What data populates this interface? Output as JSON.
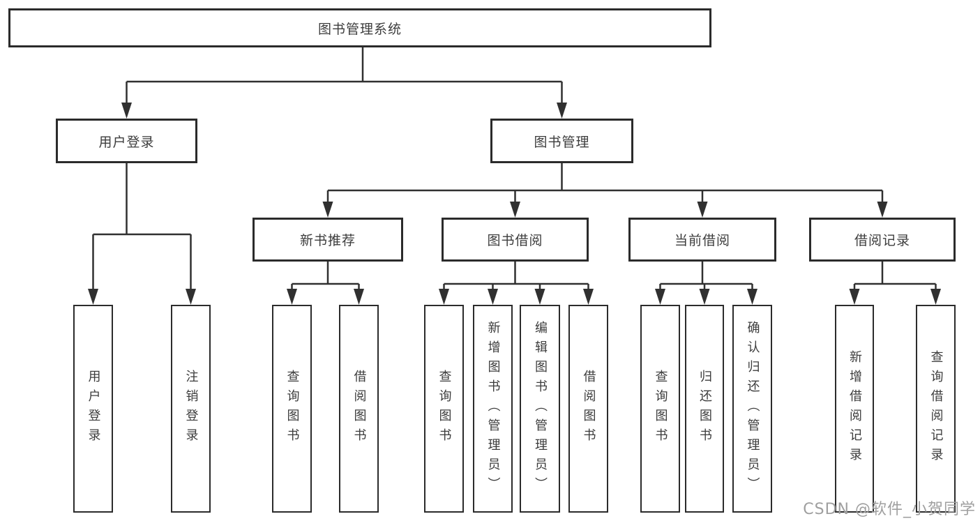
{
  "diagram": {
    "type": "hierarchy-tree",
    "root": "图书管理系统",
    "branches": [
      {
        "label": "用户登录",
        "children": [
          "用户登录",
          "注销登录"
        ]
      },
      {
        "label": "图书管理",
        "children": [
          {
            "label": "新书推荐",
            "children": [
              "查询图书",
              "借阅图书"
            ]
          },
          {
            "label": "图书借阅",
            "children": [
              "查询图书",
              "新增图书（管理员）",
              "编辑图书（管理员）",
              "借阅图书"
            ]
          },
          {
            "label": "当前借阅",
            "children": [
              "查询图书",
              "归还图书",
              "确认归还（管理员）"
            ]
          },
          {
            "label": "借阅记录",
            "children": [
              "新增借阅记录",
              "查询借阅记录"
            ]
          }
        ]
      }
    ]
  },
  "colors": {
    "line": "#303030",
    "box_border": "#2b2b2b",
    "text": "#3c3c3c",
    "watermark": "#9f9f9f",
    "background": "#ffffff"
  },
  "watermark": {
    "text": "CSDN @软件_小贺同学"
  }
}
